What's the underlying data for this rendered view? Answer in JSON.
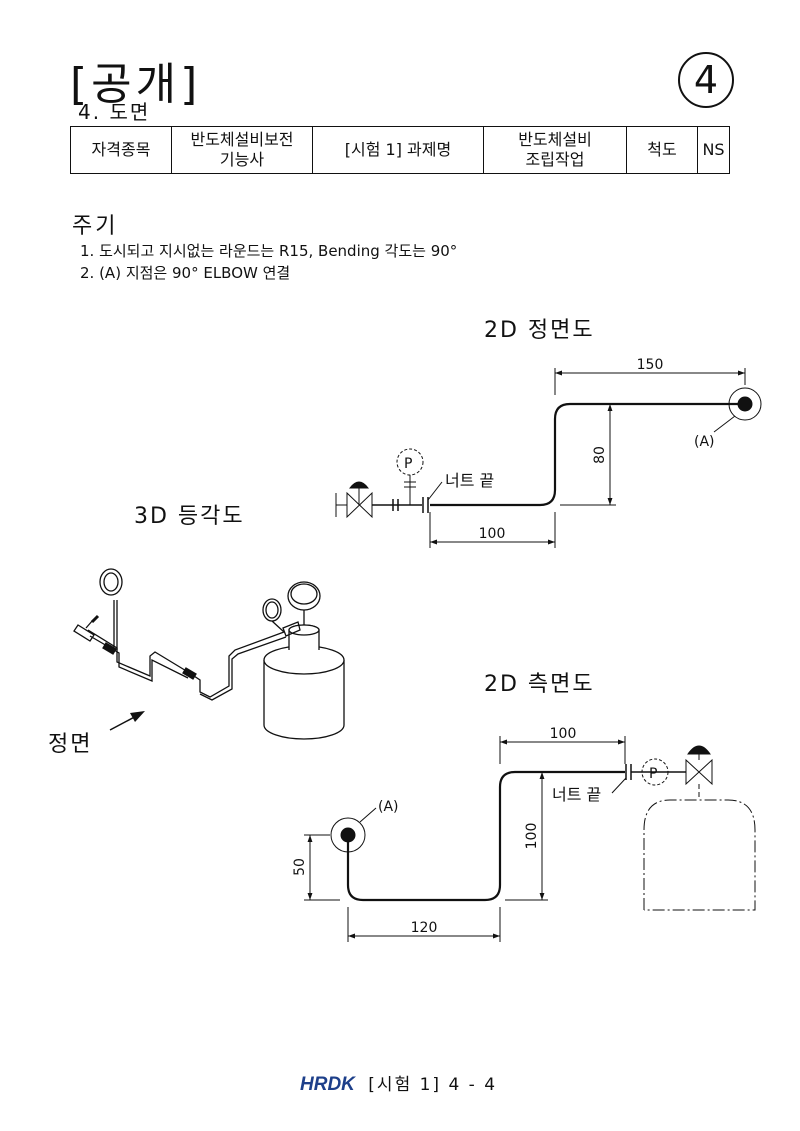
{
  "header": {
    "title": "[공개]",
    "subtitle": "4. 도면",
    "sheet_number": "4"
  },
  "info_table": {
    "c1": "자격종목",
    "c2_line1": "반도체설비보전",
    "c2_line2": "기능사",
    "c3": "[시험 1] 과제명",
    "c4_line1": "반도체설비",
    "c4_line2": "조립작업",
    "c5": "척도",
    "c6": "NS"
  },
  "notes": {
    "heading": "주기",
    "items": [
      "1. 도시되고 지시없는 라운드는 R15, Bending 각도는 90°",
      "2. (A) 지점은 90° ELBOW 연결"
    ]
  },
  "front_view": {
    "title": "2D 정면도",
    "dim_top": "150",
    "dim_vertical": "80",
    "dim_bottom": "100",
    "point_label": "(A)",
    "gauge_label": "P",
    "nut_label": "너트 끝"
  },
  "iso_view": {
    "title": "3D 등각도",
    "front_label": "정면"
  },
  "side_view": {
    "title": "2D 측면도",
    "dim_top": "100",
    "dim_vertical_right": "100",
    "dim_vertical_left": "50",
    "dim_bottom": "120",
    "point_label": "(A)",
    "gauge_label": "P",
    "nut_label": "너트 끝"
  },
  "footer": {
    "logo": "HRDK",
    "page": "[시험 1] 4 - 4"
  }
}
